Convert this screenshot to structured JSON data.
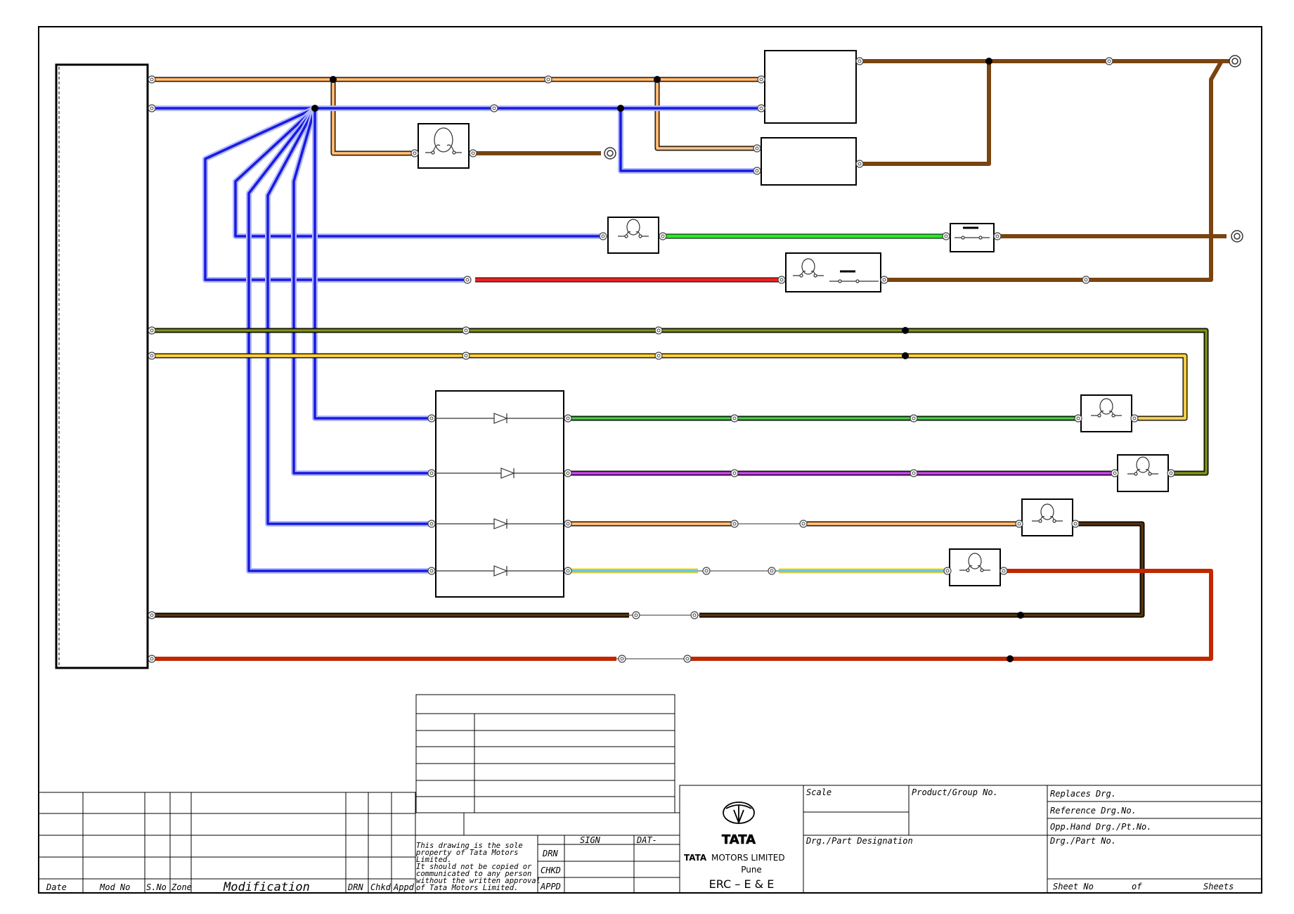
{
  "revision_table": {
    "headers": {
      "date": "Date",
      "mod_no": "Mod No",
      "s_no": "S.No",
      "zone": "Zone",
      "modification": "Modification",
      "drn": "DRN",
      "chkd": "Chkd",
      "appd": "Appd"
    }
  },
  "ownership_notice": [
    "This drawing is the sole",
    "property of Tata Motors",
    "Limited.",
    "  It should not be copied or",
    "communicated to any person",
    "without the written approval",
    "of Tata Motors Limited."
  ],
  "signature_block": {
    "sign": "SIGN",
    "date": "DAT-",
    "rows": [
      "DRN",
      "CHKD",
      "APPD"
    ]
  },
  "company": {
    "logo_text": "TATA",
    "name_prefix": "TATA",
    "name": "MOTORS LIMITED",
    "city": "Pune",
    "department": "ERC – E & E"
  },
  "title_block": {
    "scale": "Scale",
    "product_group": "Product/Group No.",
    "replaces": "Replaces Drg.",
    "reference": "Reference Drg.No.",
    "opp_hand": "Opp.Hand Drg./Pt.No.",
    "designation": "Drg./Part Designation",
    "part_no": "Drg./Part No.",
    "sheet_no": "Sheet No",
    "of": "of",
    "sheets": "Sheets"
  },
  "wire_colors": {
    "orange": "#f0a050",
    "blue": "#1a1ae0",
    "brown": "#7a4410",
    "green": "#22ee22",
    "red": "#ee2020",
    "olive": "#556b00",
    "yellow": "#f0c020",
    "dark_green": "#11aa11",
    "purple": "#a020c0",
    "dark_brown": "#3a2000",
    "red_brown": "#c02800",
    "light_blue": "#60c8e8"
  }
}
